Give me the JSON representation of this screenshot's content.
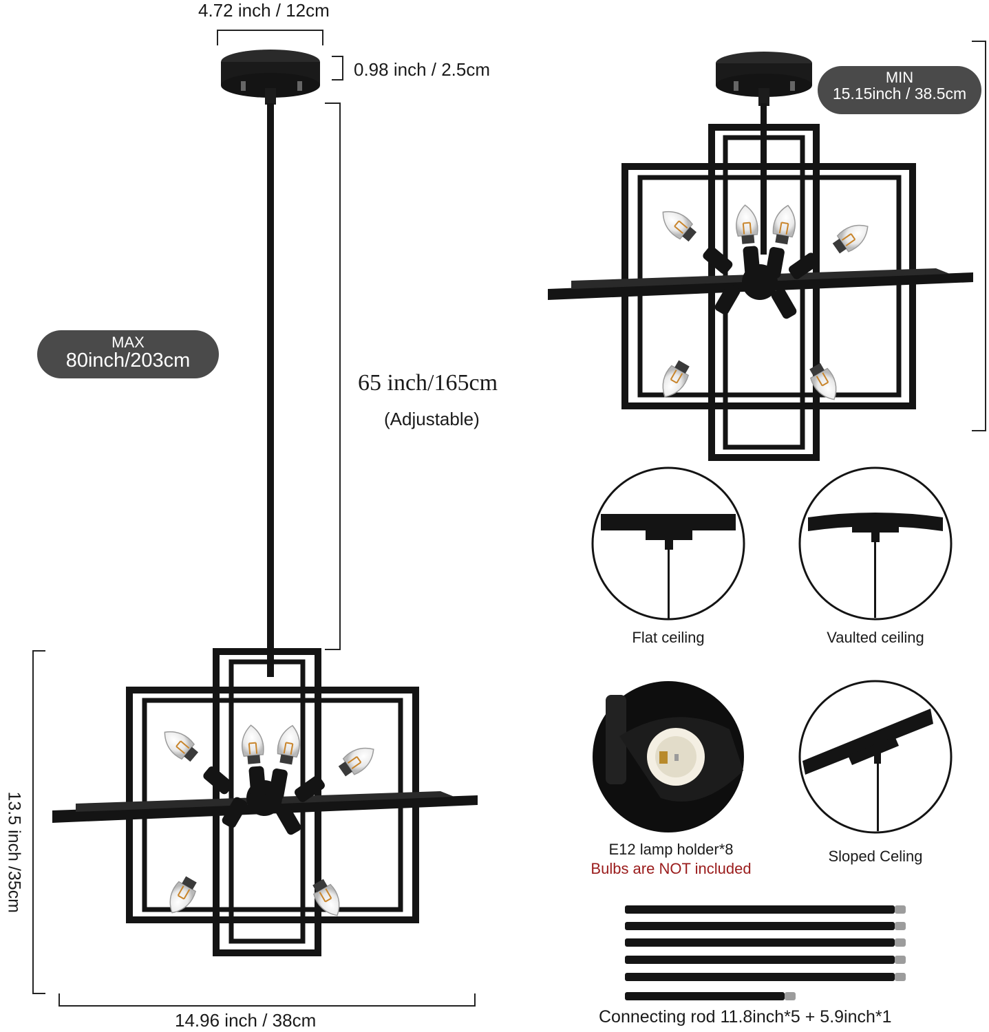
{
  "dimensions": {
    "canopy_width": "4.72 inch / 12cm",
    "canopy_height": "0.98 inch / 2.5cm",
    "rod_length": "65 inch/165cm",
    "rod_note": "(Adjustable)",
    "fixture_height": "13.5 inch /35cm",
    "fixture_width": "14.96 inch / 38cm"
  },
  "max_badge": {
    "label": "MAX",
    "value": "80inch/203cm"
  },
  "min_badge": {
    "label": "MIN",
    "value": "15.15inch / 38.5cm"
  },
  "mounting": {
    "flat": "Flat ceiling",
    "vaulted": "Vaulted ceiling",
    "sloped": "Sloped Celing"
  },
  "lamp_holder": {
    "label": "E12 lamp holder*8",
    "warning": "Bulbs are NOT included"
  },
  "rods": {
    "caption": "Connecting rod 11.8inch*5 + 5.9inch*1",
    "long_count": 5,
    "short_count": 1
  },
  "colors": {
    "fixture": "#141414",
    "badge": "#4a4a4a",
    "warning": "#9a1b1b"
  }
}
